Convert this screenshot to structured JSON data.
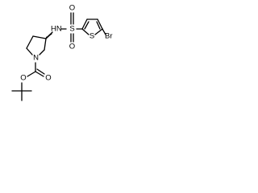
{
  "molecule": {
    "atoms": {
      "amine_nh": "HN",
      "sulfur_sulfonyl": "S",
      "oxygen_top": "O",
      "oxygen_bottom": "O",
      "sulfur_thiophene": "S",
      "bromine": "Br",
      "nitrogen_ring": "N",
      "oxygen_carbonyl": "O",
      "oxygen_ester": "O"
    },
    "colors": {
      "bond": "#000000",
      "label": "#000000",
      "background": "#ffffff"
    }
  }
}
